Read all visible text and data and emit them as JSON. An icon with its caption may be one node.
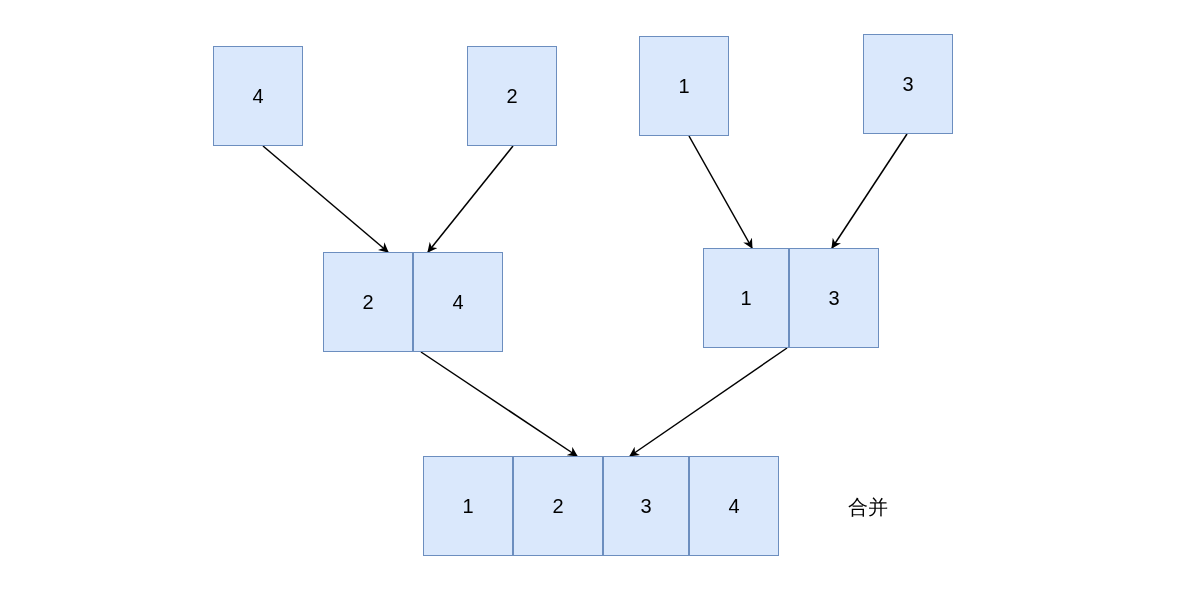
{
  "diagram": {
    "nodes": [
      {
        "text": [
          "4"
        ]
      },
      {
        "text": [
          "2"
        ]
      },
      {
        "text": [
          "1"
        ]
      },
      {
        "text": [
          "3"
        ]
      },
      {
        "text": [
          "2"
        ]
      },
      {
        "text": [
          "4"
        ]
      },
      {
        "text": [
          "1"
        ]
      },
      {
        "text": [
          "3"
        ]
      },
      {
        "text": [
          "1"
        ]
      },
      {
        "text": [
          "2"
        ]
      },
      {
        "text": [
          "3"
        ]
      },
      {
        "text": [
          "4"
        ]
      }
    ],
    "edges": [
      {
        "from": 0,
        "to": 4,
        "arrow": "to"
      },
      {
        "from": 1,
        "to": 5,
        "arrow": "to"
      },
      {
        "from": 2,
        "to": 6,
        "arrow": "to"
      },
      {
        "from": 3,
        "to": 7,
        "arrow": "to"
      },
      {
        "from": 5,
        "to": 9,
        "arrow": "to"
      },
      {
        "from": 6,
        "to": 10,
        "arrow": "to"
      }
    ],
    "labels": [
      "合并"
    ]
  }
}
